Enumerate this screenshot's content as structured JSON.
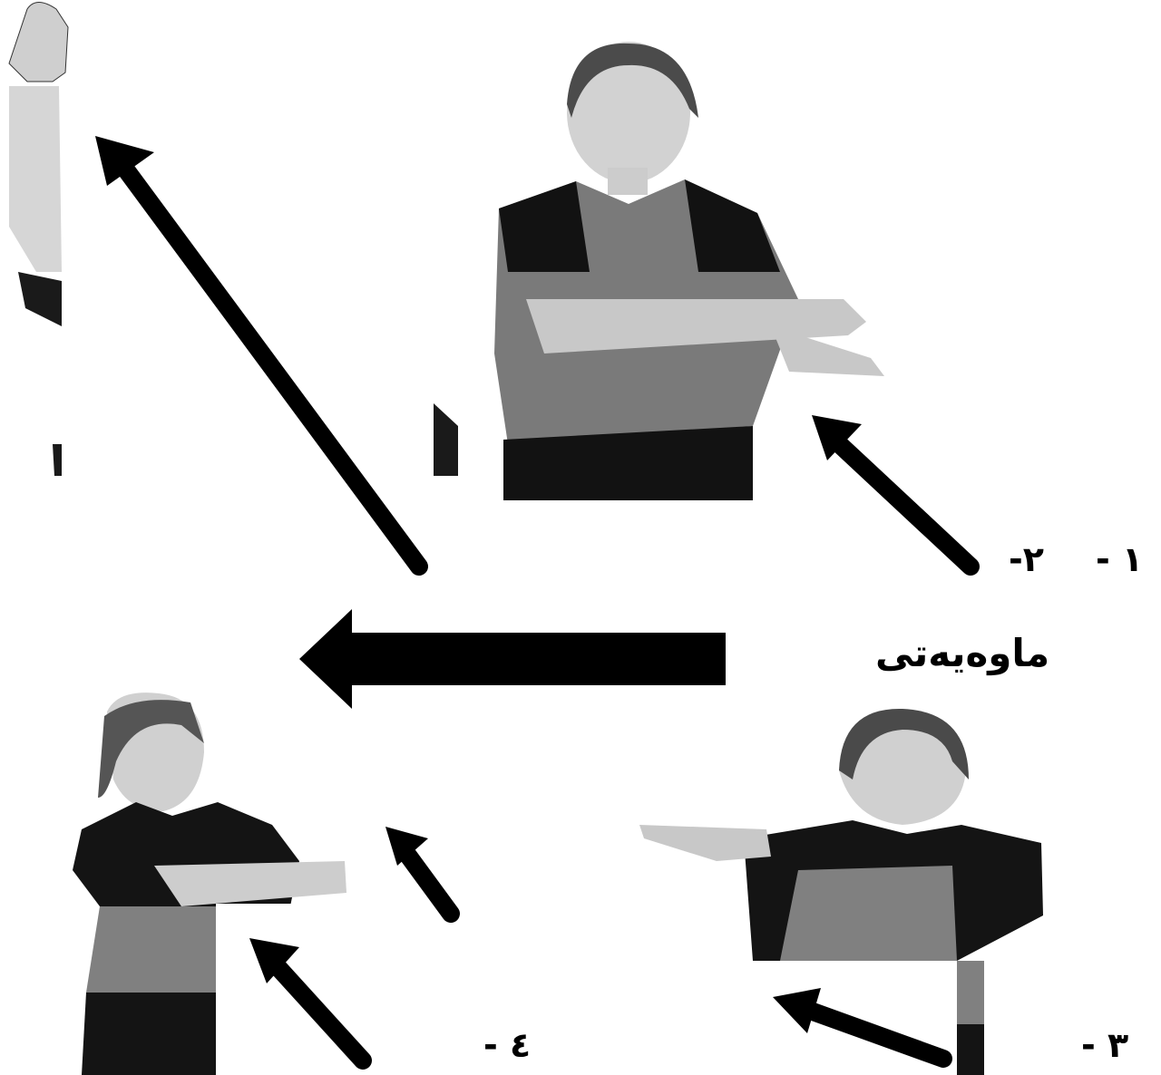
{
  "title": "ماوەیەتی",
  "step_labels": [
    "١ -",
    "٢-",
    "٣ -",
    "٤ -"
  ],
  "figures": [
    {
      "name": "referee-raised-arm-photo"
    },
    {
      "name": "referee-forearm-crossed-photo"
    },
    {
      "name": "referee-arm-extended-photo"
    },
    {
      "name": "referee-arms-folded-photo"
    }
  ],
  "colors": {
    "background": "#ffffff",
    "ink": "#000000",
    "shirt_light": "#7e7e7e",
    "shirt_dark": "#111111",
    "skin": "#d9d9d9"
  }
}
